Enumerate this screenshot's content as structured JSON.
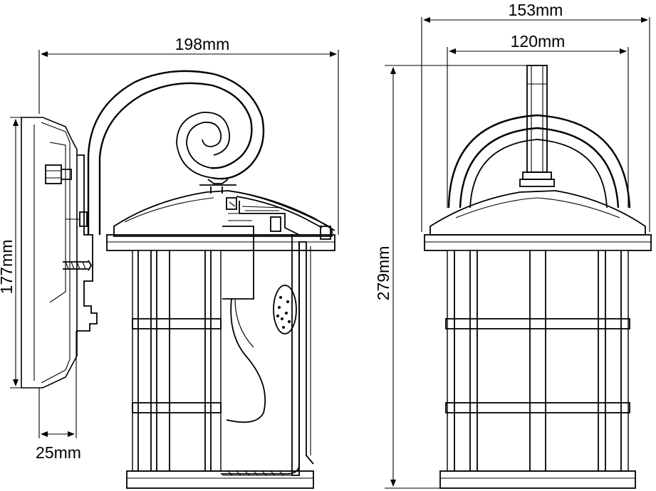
{
  "dimensions": {
    "overall_depth": "198mm",
    "outer_width": "153mm",
    "inner_width": "120mm",
    "backplate_height": "177mm",
    "total_height": "279mm",
    "backplate_depth": "25mm"
  },
  "colors": {
    "line": "#000000",
    "background": "#ffffff"
  }
}
